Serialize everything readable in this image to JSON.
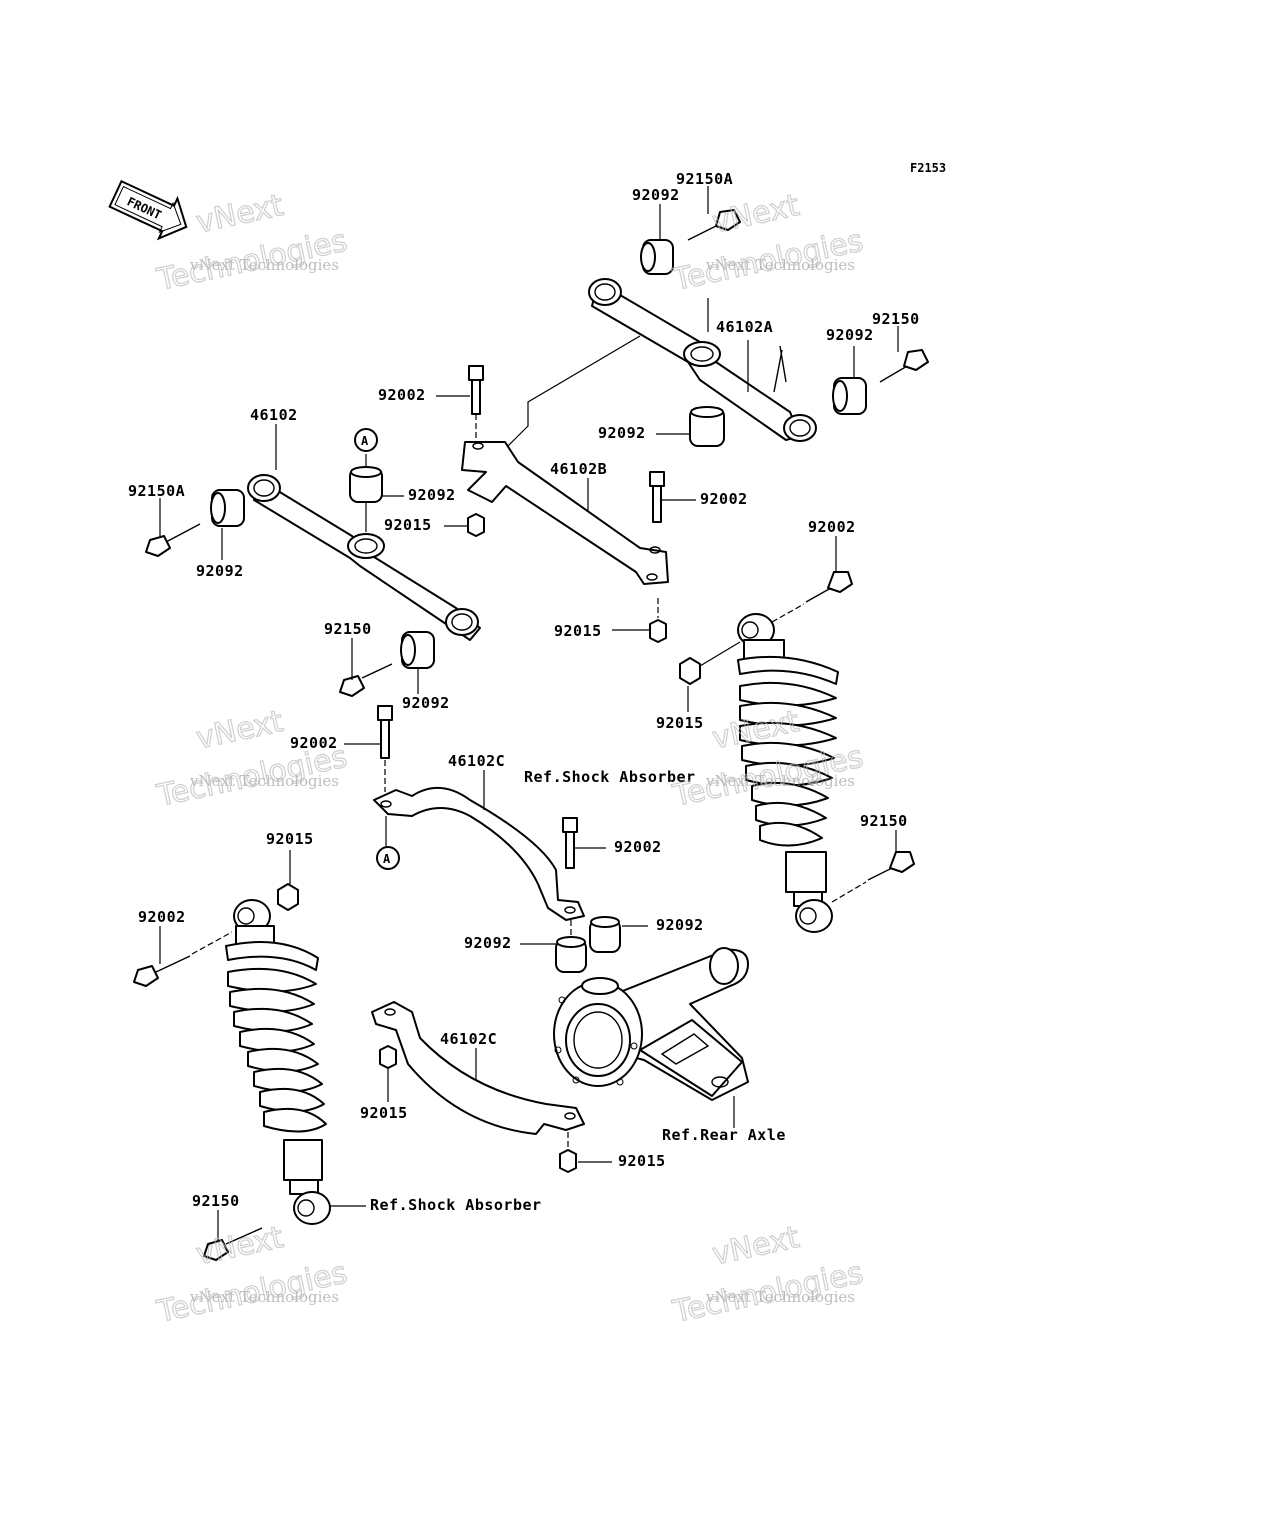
{
  "figure_code": "F2153",
  "front_label": "FRONT",
  "watermark": {
    "line1": "vNext",
    "line2": "vNext Technologies",
    "line3": "Technologies"
  },
  "callout_A": "A",
  "labels": {
    "p92150A_top": "92150A",
    "p92092_top": "92092",
    "p46102A": "46102A",
    "p92150_right": "92150",
    "p92092_right": "92092",
    "p92092_mid": "92092",
    "p92002_a": "92002",
    "p46102": "46102",
    "p46102B": "46102B",
    "p92092_b": "92092",
    "p92015_a": "92015",
    "p92002_b": "92002",
    "p92150A_left": "92150A",
    "p92092_left": "92092",
    "p92002_c": "92002",
    "p92015_b": "92015",
    "p92150_b": "92150",
    "p92092_c": "92092",
    "p92015_c": "92015",
    "p92002_d": "92002",
    "p46102C_a": "46102C",
    "ref_shock_1": "Ref.Shock Absorber",
    "p92002_e": "92002",
    "p92150_c": "92150",
    "p92015_d": "92015",
    "p92002_f": "92002",
    "p92092_d": "92092",
    "p92092_e": "92092",
    "p46102C_b": "46102C",
    "p92015_e": "92015",
    "ref_rear_axle": "Ref.Rear Axle",
    "p92015_f": "92015",
    "p92150_d": "92150",
    "ref_shock_2": "Ref.Shock Absorber"
  }
}
